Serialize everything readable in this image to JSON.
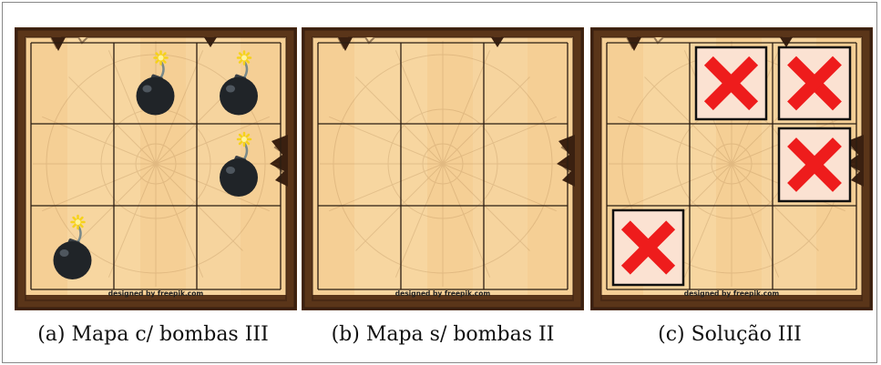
{
  "grid": {
    "rows": 3,
    "cols": 3
  },
  "colors": {
    "frame_wood": "#5a3519",
    "frame_wood_dark": "#3a2010",
    "parchment": "#f5cf95",
    "parchment_light": "#f8daa8",
    "grid_line": "#2b1d12",
    "bomb": "#202428",
    "fuse_spark": "#f6d21a",
    "x_mark": "#ee1c1c",
    "x_tile_bg": "#fbe2d2",
    "x_tile_border": "#111111"
  },
  "watermark": "designed by freepik.com",
  "panels": [
    {
      "id": "a",
      "caption": "(a) Mapa c/ bombas III",
      "cells": [
        [
          "empty",
          "bomb",
          "bomb"
        ],
        [
          "empty",
          "empty",
          "bomb"
        ],
        [
          "bomb",
          "empty",
          "empty"
        ]
      ]
    },
    {
      "id": "b",
      "caption": "(b) Mapa s/ bombas II",
      "cells": [
        [
          "empty",
          "empty",
          "empty"
        ],
        [
          "empty",
          "empty",
          "empty"
        ],
        [
          "empty",
          "empty",
          "empty"
        ]
      ]
    },
    {
      "id": "c",
      "caption": "(c) Solução III",
      "cells": [
        [
          "empty",
          "x",
          "x"
        ],
        [
          "empty",
          "empty",
          "x"
        ],
        [
          "x",
          "empty",
          "empty"
        ]
      ]
    }
  ]
}
